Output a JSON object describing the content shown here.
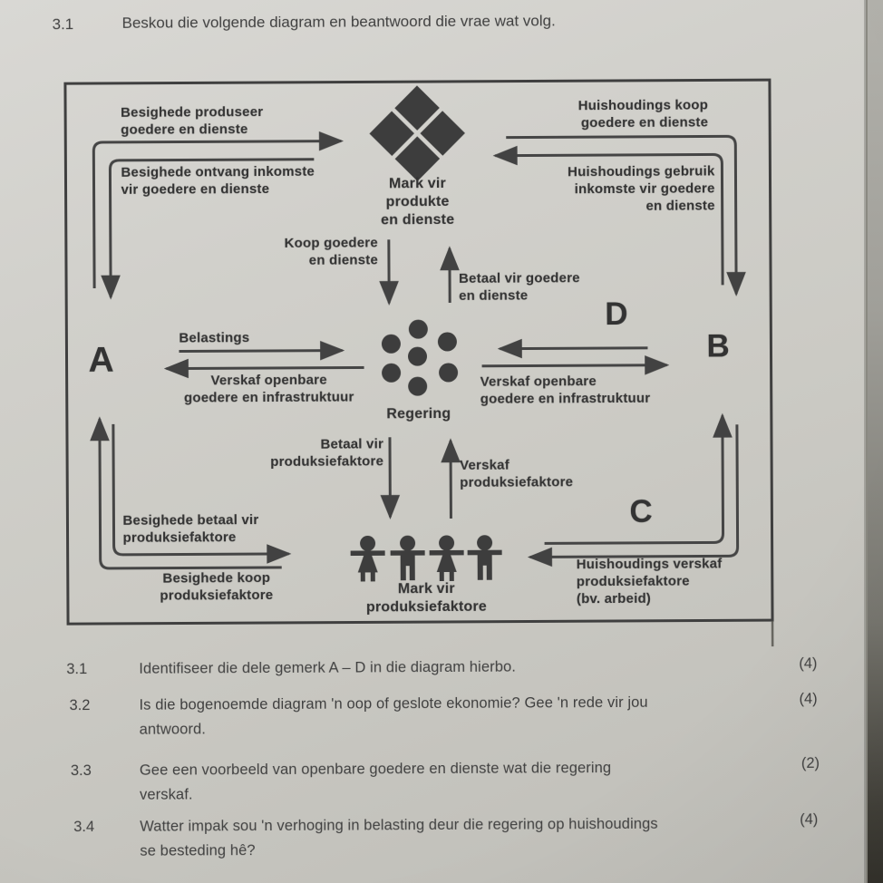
{
  "header": {
    "number": "3.1",
    "instruction": "Beskou die volgende diagram en beantwoord die vrae wat volg."
  },
  "diagram": {
    "nodes": {
      "mark_produkte": "Mark vir\nprodukte\nen dienste",
      "regering": "Regering",
      "mark_produksiefaktore": "Mark vir\nproduksiefaktore"
    },
    "flows": {
      "besighede_produseer": "Besighede produseer\ngoedere en dienste",
      "huishoudings_koop": "Huishoudings koop\ngoedere en dienste",
      "besighede_ontvang": "Besighede ontvang inkomste\nvir goedere en dienste",
      "huishoudings_gebruik": "Huishoudings gebruik\ninkomste vir goedere\nen dienste",
      "koop_goedere": "Koop goedere\nen dienste",
      "betaal_goedere": "Betaal vir goedere\nen dienste",
      "belastings": "Belastings",
      "verskaf_openbare_links": "Verskaf openbare\ngoedere en infrastruktuur",
      "verskaf_openbare_regs": "Verskaf openbare\ngoedere en infrastruktuur",
      "betaal_produksiefaktore": "Betaal vir\nproduksiefaktore",
      "verskaf_produksiefaktore": "Verskaf\nproduksiefaktore",
      "besighede_betaal": "Besighede betaal vir\nproduksiefaktore",
      "besighede_koop": "Besighede koop\nproduksiefaktore",
      "huishoudings_verskaf": "Huishoudings verskaf\nproduksiefaktore\n(bv. arbeid)"
    },
    "letters": {
      "a": "A",
      "b": "B",
      "c": "C",
      "d": "D"
    }
  },
  "questions": [
    {
      "number": "3.1",
      "lines": [
        "Identifiseer die dele gemerk A – D in die diagram hierbo."
      ],
      "marks": "(4)"
    },
    {
      "number": "3.2",
      "lines": [
        "Is die bogenoemde diagram 'n oop of geslote ekonomie? Gee 'n rede vir jou",
        "antwoord."
      ],
      "marks": "(4)"
    },
    {
      "number": "3.3",
      "lines": [
        "Gee een voorbeeld van openbare goedere en dienste wat die regering",
        "verskaf."
      ],
      "marks": "(2)"
    },
    {
      "number": "3.4",
      "lines": [
        "Watter impak sou 'n verhoging in belasting deur die regering op huishoudings",
        "se besteding hê?"
      ],
      "marks": "(4)"
    }
  ],
  "colors": {
    "paper": "#cbcac4",
    "ink": "#3d3d3d"
  }
}
